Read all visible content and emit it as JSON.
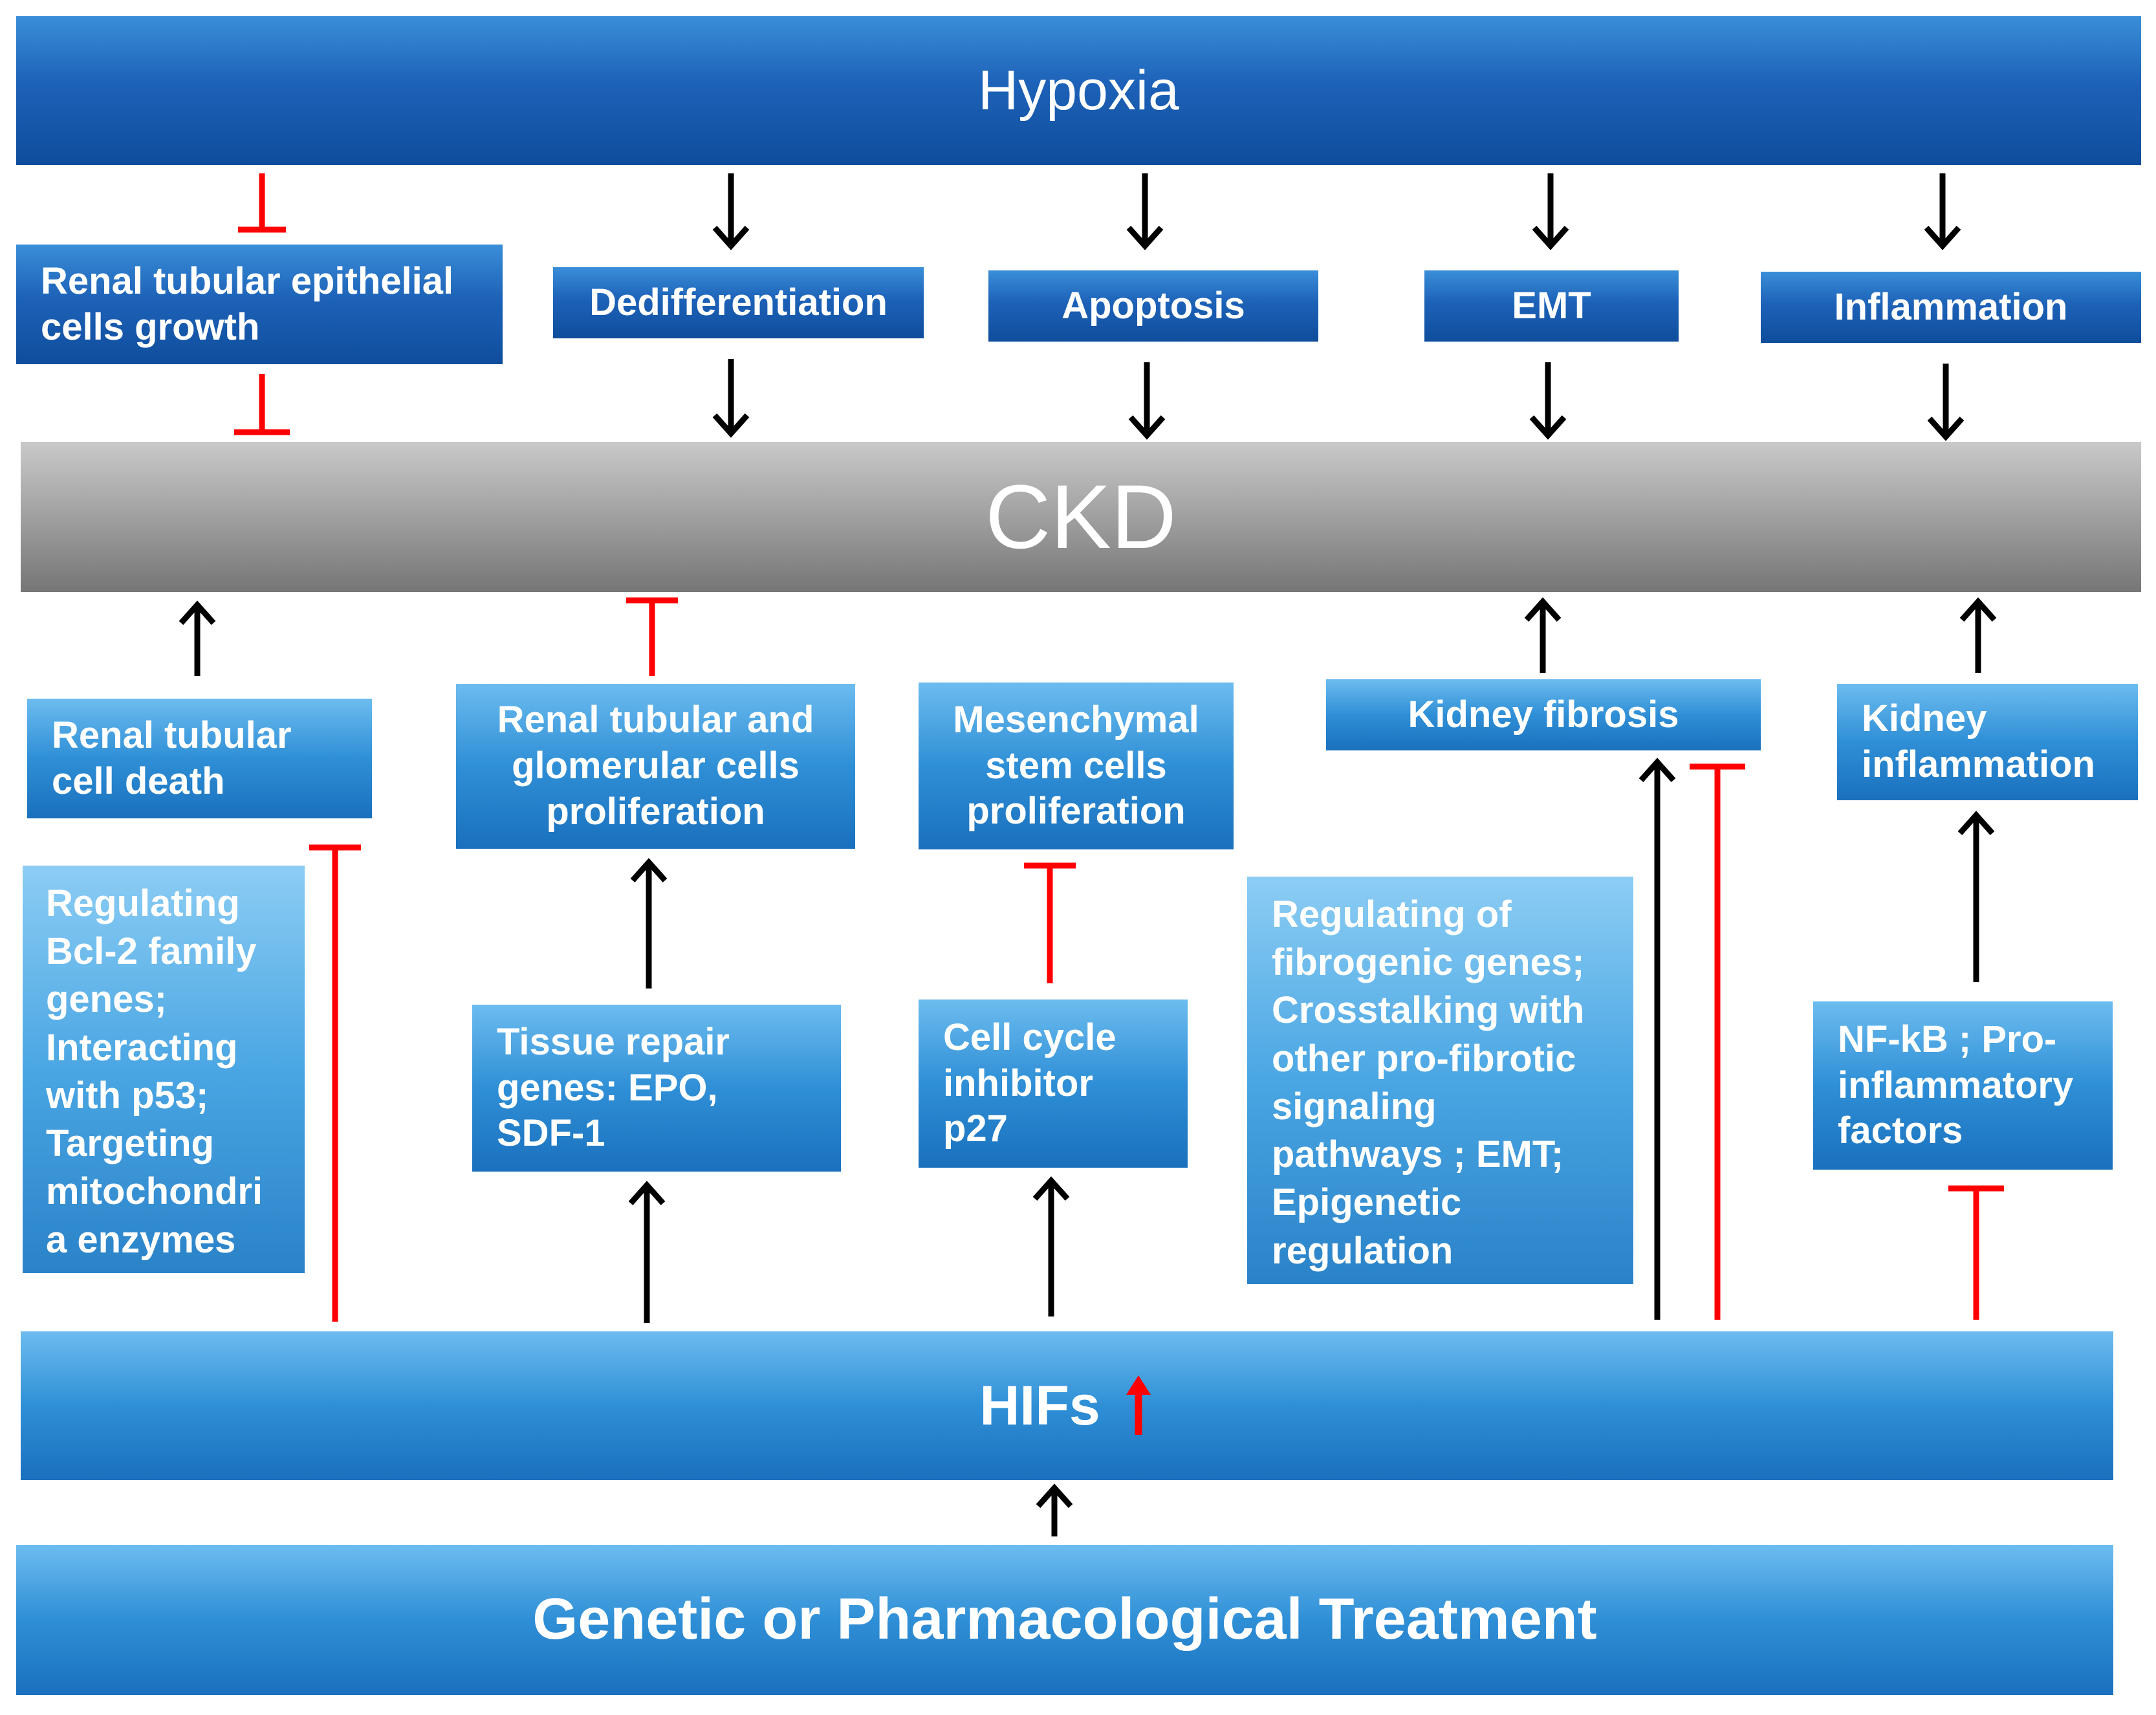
{
  "top": {
    "hypoxia": "Hypoxia"
  },
  "middle": {
    "ckd": "CKD"
  },
  "upper_boxes": {
    "growth": "Renal tubular epithelial\ncells growth",
    "dedifferentiation": "Dedifferentiation",
    "apoptosis": "Apoptosis",
    "emt": "EMT",
    "inflammation": "Inflammation"
  },
  "outcome_boxes": {
    "cell_death": "Renal tubular\ncell death",
    "proliferation": "Renal tubular and\nglomerular cells\nproliferation",
    "msc": "Mesenchymal\nstem cells\nproliferation",
    "fibrosis": "Kidney fibrosis",
    "kidney_inflammation": "Kidney\ninflammation"
  },
  "mechanism_boxes": {
    "bcl2": "Regulating\nBcl-2 family\ngenes;\nInteracting\nwith p53;\nTargeting\nmitochondri\na enzymes",
    "tissue_repair": "Tissue repair\ngenes: EPO,\nSDF-1",
    "cell_cycle": "Cell cycle\ninhibitor\np27",
    "fibrogenic": "Regulating of\nfibrogenic genes;\nCrosstalking with\nother pro-fibrotic\nsignaling\npathways ; EMT;\nEpigenetic\nregulation",
    "nfkb": "NF-kB ; Pro-\ninflammatory\nfactors"
  },
  "hifs": {
    "label": "HIFs",
    "indicator": "up-arrow-red"
  },
  "bottom": {
    "treatment": "Genetic or Pharmacological Treatment"
  },
  "colors": {
    "activate": "#000000",
    "inhibit": "#ff0000",
    "box_blue": "#1d62b8",
    "ckd_grey": "#9a9a9a"
  }
}
